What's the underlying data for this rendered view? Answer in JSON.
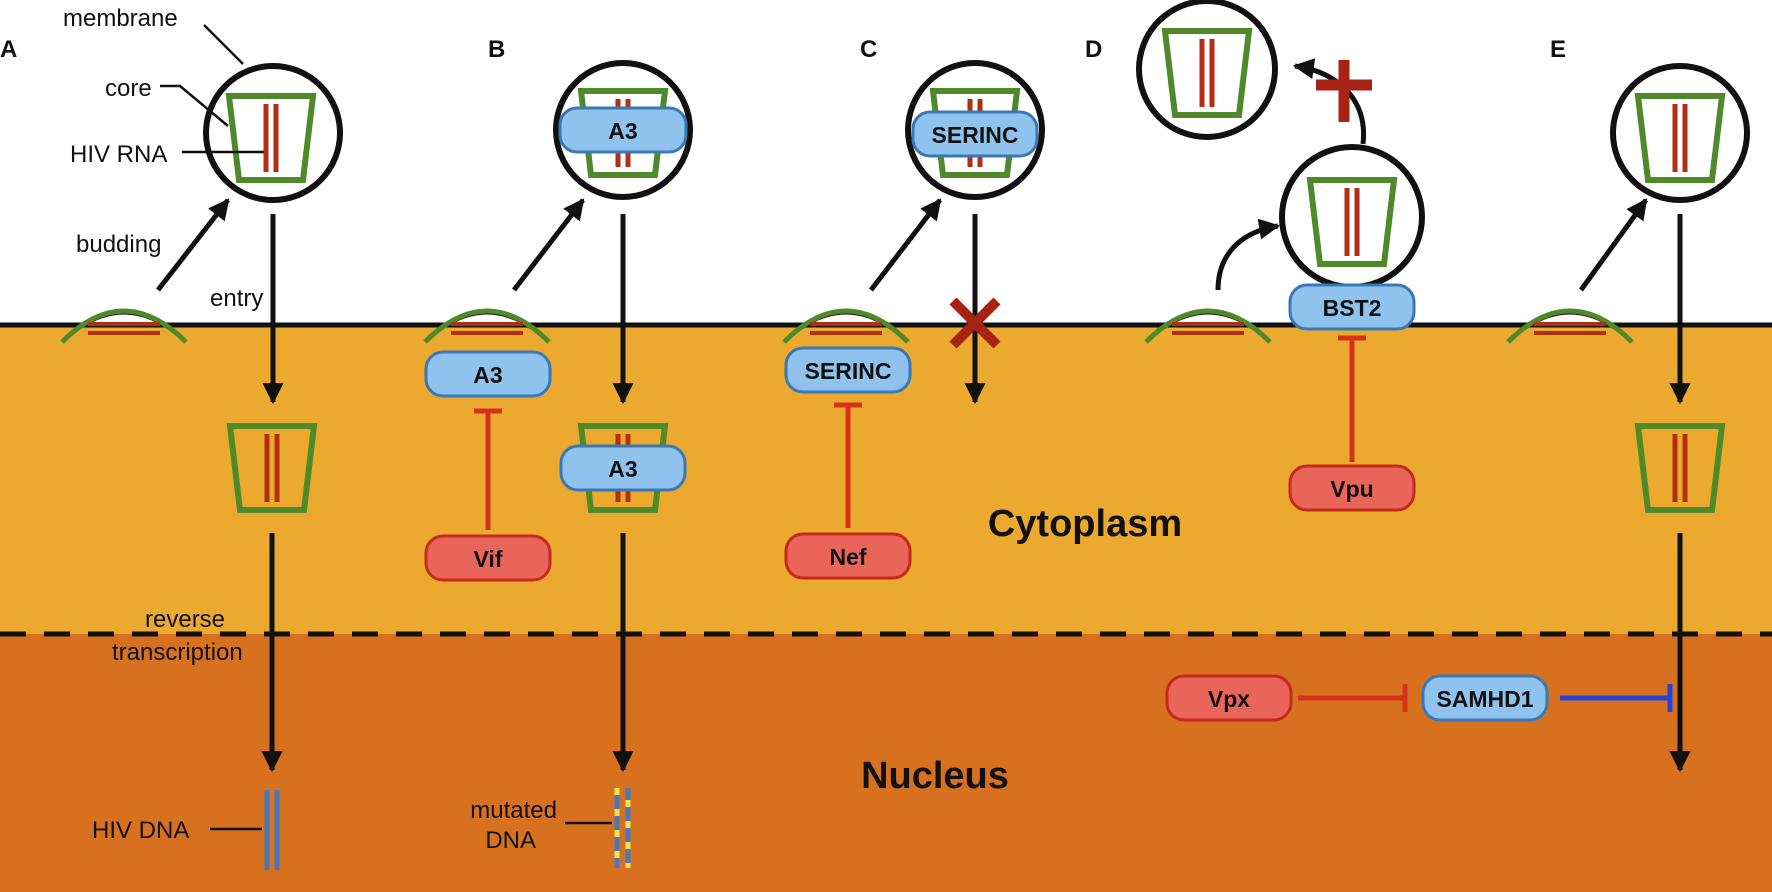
{
  "panels": [
    "A",
    "B",
    "C",
    "D",
    "E"
  ],
  "labels": {
    "membrane": "membrane",
    "core": "core",
    "hiv_rna": "HIV RNA",
    "budding": "budding",
    "entry": "entry",
    "reverse": "reverse",
    "transcription": "transcription",
    "hiv_dna": "HIV DNA",
    "mutated": "mutated",
    "dna": "DNA"
  },
  "regions": {
    "cytoplasm": "Cytoplasm",
    "nucleus": "Nucleus"
  },
  "factors": {
    "a3": "A3",
    "serinc": "SERINC",
    "bst2": "BST2",
    "samhd1": "SAMHD1",
    "vif": "Vif",
    "nef": "Nef",
    "vpu": "Vpu",
    "vpx": "Vpx"
  },
  "colors": {
    "cytoplasm": "#EBAA2F",
    "nucleus": "#D7711F",
    "core": "#4F8A2A",
    "rna": "#B32E12",
    "dna": "#4A78BE",
    "mutation": "#F2E34C",
    "host_factor": "#8FC3EE",
    "viral_factor": "#E9655A",
    "inhibit_red": "#D8311B",
    "inhibit_blue": "#2641D9",
    "block": "#A72314"
  }
}
